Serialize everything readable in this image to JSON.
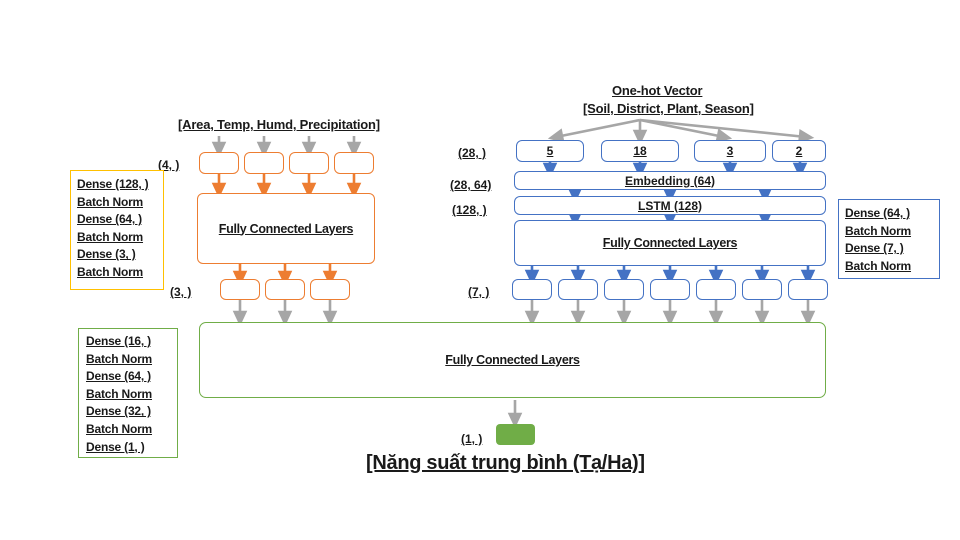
{
  "diagram": {
    "title": "Neural network architecture for average yield prediction",
    "colors": {
      "orange": "#ED7D31",
      "blue": "#4472C4",
      "green": "#70AD47",
      "gold": "#FFC000",
      "gray": "#A6A6A6"
    }
  },
  "numeric_branch": {
    "header": "[Area, Temp, Humd, Precipitation]",
    "input_shape_label": "(4, )",
    "output_shape_label": "(3, )",
    "input_nodes": [
      "",
      "",
      "",
      ""
    ],
    "fc_label": "Fully Connected Layers",
    "output_nodes": [
      "",
      "",
      ""
    ],
    "legend": [
      "Dense (128, )",
      "Batch Norm",
      "Dense (64, )",
      "Batch Norm",
      "Dense (3, )",
      "Batch Norm"
    ]
  },
  "categorical_branch": {
    "header_line1": "One-hot Vector",
    "header_line2": "[Soil, District, Plant, Season]",
    "input_shape_label": "(28, )",
    "embedding_shape_label": "(28, 64)",
    "lstm_shape_label": "(128, )",
    "output_shape_label": "(7, )",
    "input_nodes": [
      "5",
      "18",
      "3",
      "2"
    ],
    "embedding_label": "Embedding (64)",
    "lstm_label": "LSTM (128)",
    "fc_label": "Fully Connected Layers",
    "output_nodes": [
      "",
      "",
      "",
      "",
      "",
      "",
      ""
    ],
    "legend": [
      "Dense (64, )",
      "Batch Norm",
      "Dense (7, )",
      "Batch Norm"
    ]
  },
  "merge_branch": {
    "fc_label": "Fully Connected Layers",
    "legend": [
      "Dense (16, )",
      "Batch Norm",
      "Dense (64, )",
      "Batch Norm",
      "Dense (32, )",
      "Batch Norm",
      "Dense (1, )"
    ],
    "output_shape_label": "(1, )",
    "output_title": "[Năng suất trung bình (Tạ/Ha)]"
  }
}
